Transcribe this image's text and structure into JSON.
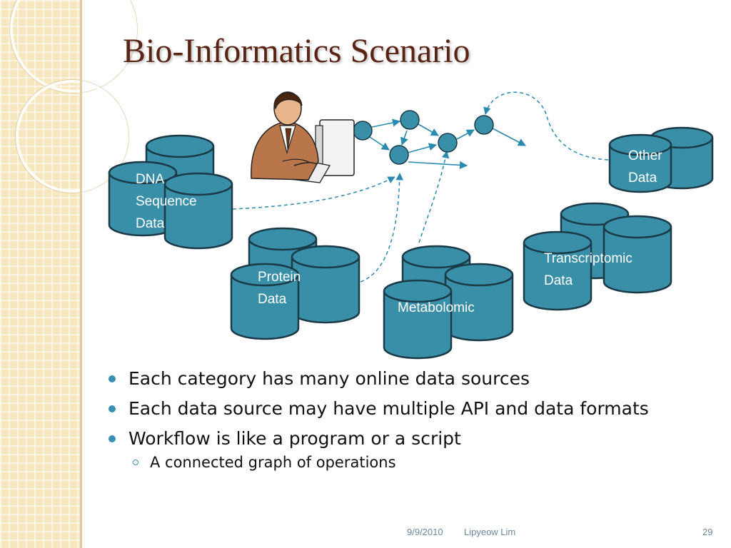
{
  "slide": {
    "title": "Bio-Informatics Scenario",
    "data_sources": {
      "dna": {
        "line1": "DNA",
        "line2": "Sequence",
        "line3": "Data"
      },
      "protein": {
        "line1": "Protein",
        "line2": "Data"
      },
      "metabolomic": {
        "line1": "Metabolomic"
      },
      "transcriptomic": {
        "line1": "Transcriptomic",
        "line2": "Data"
      },
      "other": {
        "line1": "Other",
        "line2": "Data"
      }
    },
    "bullets": [
      "Each category has many online data sources",
      "Each data source may have multiple API and data formats",
      "Workflow is like a program or a script"
    ],
    "sub_bullets": [
      "A connected graph of operations"
    ],
    "footer": {
      "date": "9/9/2010",
      "author": "Lipyeow Lim",
      "page": "29"
    }
  },
  "colors": {
    "database_fill": "#3a8fa8",
    "database_stroke": "#1a3a48",
    "title": "#5a2414",
    "accent": "#3a8fb5"
  },
  "icons": {
    "user": "person-at-computer-icon",
    "database": "database-cylinder-icon"
  }
}
